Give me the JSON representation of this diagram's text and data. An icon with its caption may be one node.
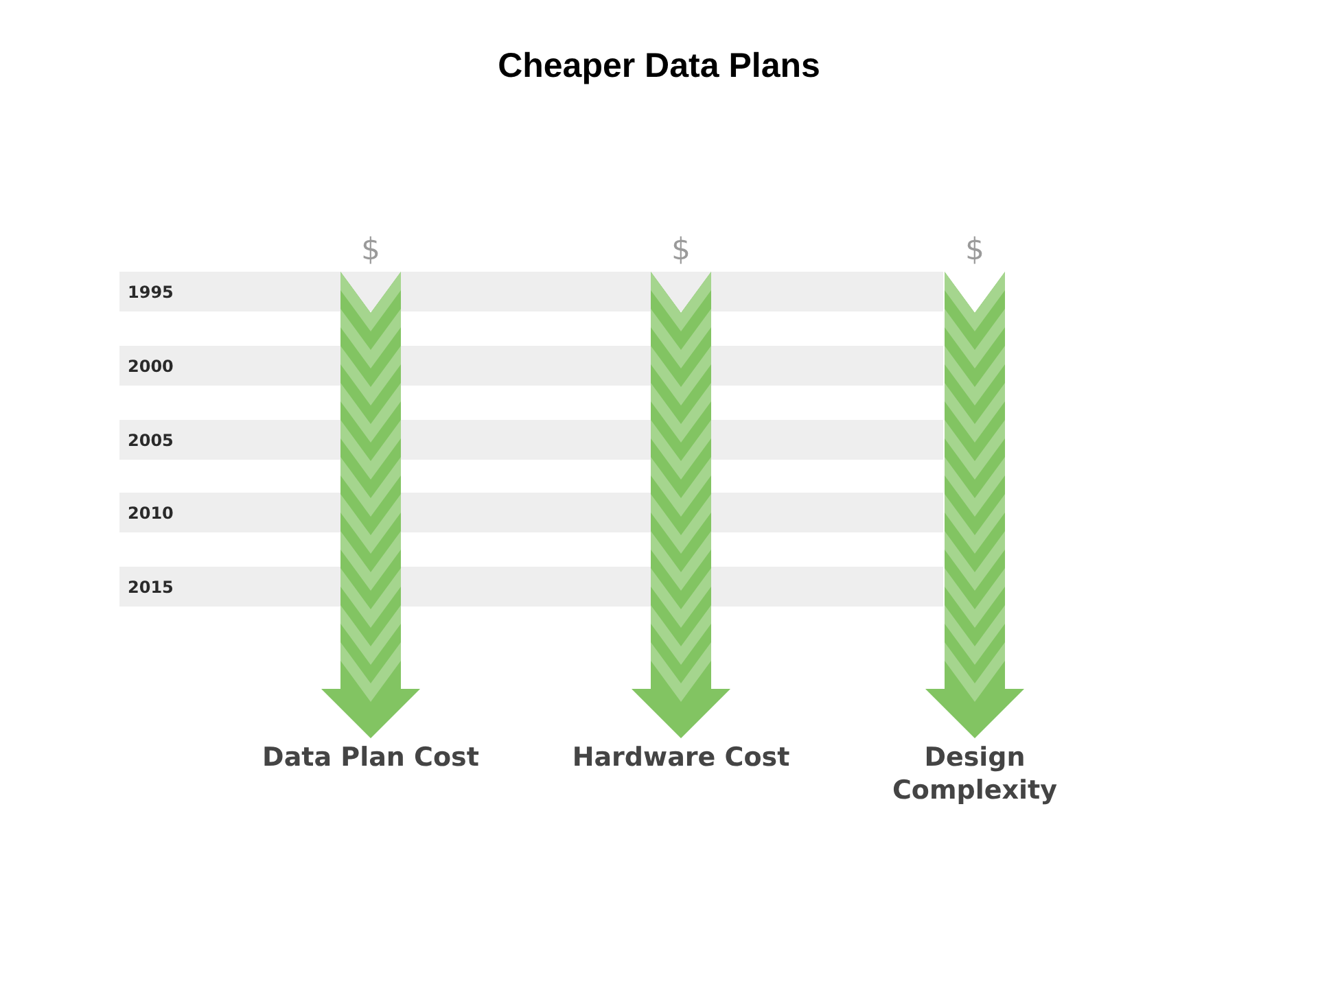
{
  "diagram": {
    "title": "Cheaper Data Plans",
    "nodes": [
      {
        "text": [
          "1995"
        ]
      },
      {
        "text": [
          "2000"
        ]
      },
      {
        "text": [
          "2005"
        ]
      },
      {
        "text": [
          "2010"
        ]
      },
      {
        "text": [
          "2015"
        ]
      },
      {
        "text": [
          "$"
        ]
      },
      {
        "text": [
          "$"
        ]
      },
      {
        "text": [
          "$"
        ]
      },
      {
        "text": [
          "Data Plan Cost"
        ]
      },
      {
        "text": [
          "Hardware Cost"
        ]
      },
      {
        "text": [
          "Design Complexity"
        ]
      }
    ],
    "edges": [
      {
        "from": 5,
        "to": 8,
        "arrow": "to"
      },
      {
        "from": 6,
        "to": 9,
        "arrow": "to"
      },
      {
        "from": 7,
        "to": 10,
        "arrow": "to"
      }
    ]
  }
}
